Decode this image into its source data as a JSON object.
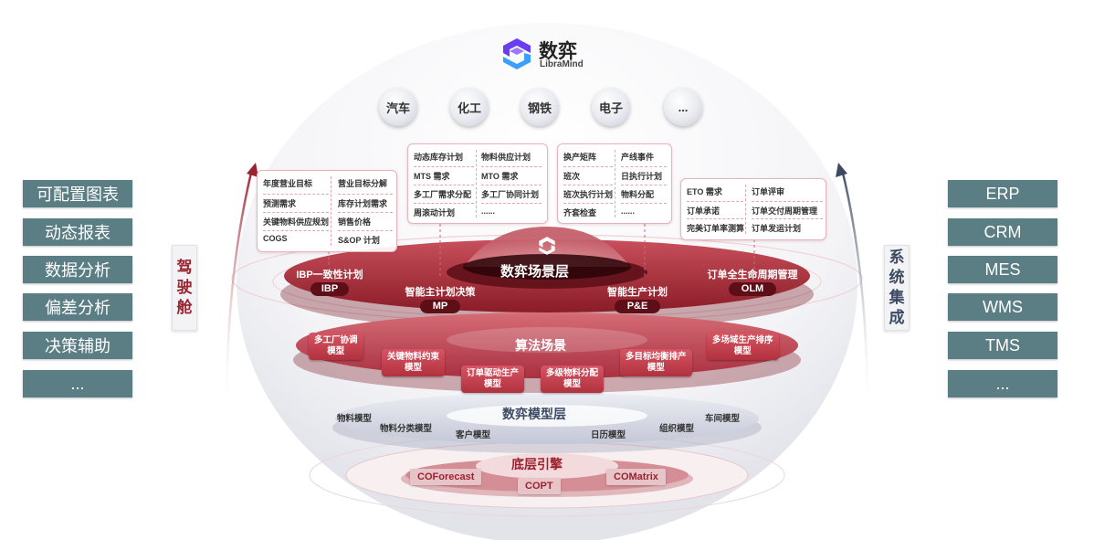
{
  "brand": {
    "name": "数弈",
    "subname": "LibraMind",
    "logo_colors": [
      "#6a3df0",
      "#3aa0ff"
    ]
  },
  "industries": [
    "汽车",
    "化工",
    "钢铁",
    "电子",
    "..."
  ],
  "left_panel": {
    "items": [
      "可配置图表",
      "动态报表",
      "数据分析",
      "偏差分析",
      "决策辅助",
      "..."
    ],
    "vertical_label": [
      "驾",
      "驶",
      "舱"
    ]
  },
  "right_panel": {
    "items": [
      "ERP",
      "CRM",
      "MES",
      "WMS",
      "TMS",
      "..."
    ],
    "vertical_label": [
      "系",
      "统",
      "集",
      "成"
    ]
  },
  "ibp_box": {
    "col1": [
      "年度营业目标",
      "预测需求",
      "关键物料供应规划",
      "COGS"
    ],
    "col2": [
      "营业目标分解",
      "库存计划需求",
      "销售价格",
      "S&OP 计划"
    ]
  },
  "mp_box": {
    "col1": [
      "动态库存计划",
      "MTS 需求",
      "多工厂需求分配",
      "周滚动计划"
    ],
    "col2": [
      "物料供应计划",
      "MTO 需求",
      "多工厂协同计划",
      "......"
    ]
  },
  "pe_box": {
    "col1": [
      "换产矩阵",
      "班次",
      "班次执行计划",
      "齐套检查"
    ],
    "col2": [
      "产线事件",
      "日执行计划",
      "物料分配",
      "......"
    ]
  },
  "olm_box": {
    "col1": [
      "ETO 需求",
      "订单承诺",
      "完美订单率测算"
    ],
    "col2": [
      "订单评审",
      "订单交付周期管理",
      "订单发运计划"
    ]
  },
  "scene_layer": {
    "title": "数弈场景层",
    "modules": [
      {
        "line1": "IBP一致性计划",
        "line2": "IBP"
      },
      {
        "line1": "智能主计划决策",
        "line2": "MP"
      },
      {
        "line1": "智能生产计划",
        "line2": "P&E"
      },
      {
        "line1": "订单全生命周期管理",
        "line2": "OLM"
      }
    ]
  },
  "algo_layer": {
    "title": "算法场景",
    "items": [
      {
        "l1": "多工厂协调",
        "l2": "模型"
      },
      {
        "l1": "关键物料约束",
        "l2": "模型"
      },
      {
        "l1": "订单驱动生产",
        "l2": "模型"
      },
      {
        "l1": "多级物料分配",
        "l2": "模型"
      },
      {
        "l1": "多目标均衡排产",
        "l2": "模型"
      },
      {
        "l1": "多场域生产排序",
        "l2": "模型"
      }
    ]
  },
  "model_layer": {
    "title": "数弈模型层",
    "items": [
      "物料模型",
      "物料分类模型",
      "客户模型",
      "日历模型",
      "组织模型",
      "车间模型"
    ]
  },
  "engine_layer": {
    "title": "底层引擎",
    "items": [
      "COForecast",
      "COPT",
      "COMatrix"
    ]
  },
  "colors": {
    "primary_red": "#9b2230",
    "side_gray": "#5b7d84",
    "navy": "#3d4a63"
  }
}
